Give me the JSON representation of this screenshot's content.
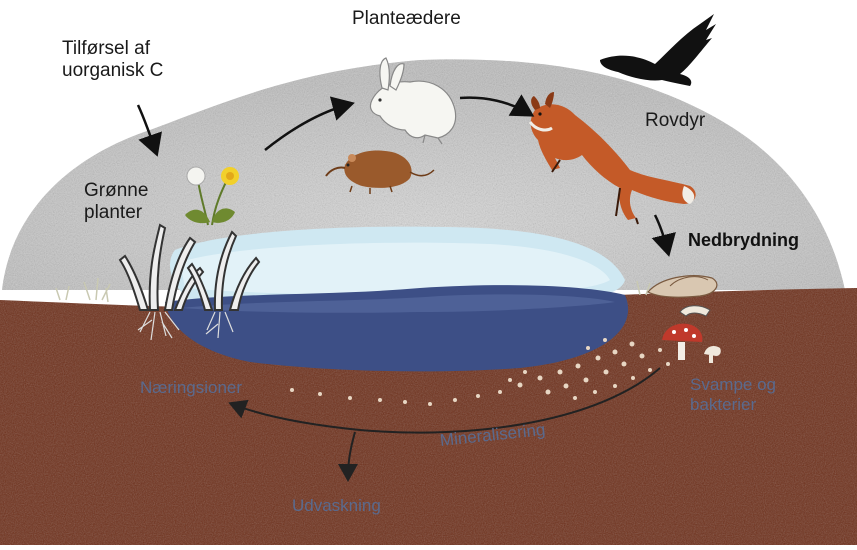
{
  "labels": {
    "tilforsel_line1": "Tilførsel af",
    "tilforsel_line2": "uorganisk C",
    "planteaedere": "Planteædere",
    "rovdyr": "Rovdyr",
    "gronne_line1": "Grønne",
    "gronne_line2": "planter",
    "nedbrydning": "Nedbrydning",
    "naeringsioner": "Næringsioner",
    "svampe_line1": "Svampe og",
    "svampe_line2": "bakterier",
    "mineralisering": "Mineralisering",
    "udvaskning": "Udvaskning"
  },
  "colors": {
    "soil": "#6e2f1a",
    "lake": "#3d4f86",
    "ice": "#cfe8f2",
    "fog": "#c9c9c9",
    "soil_text": "#5a6a8e",
    "fox": "#c45a28",
    "mouse": "#9a5a2c",
    "eagle": "#111111",
    "dandelion": "#f2d02a"
  },
  "icons": [
    "eagle-icon",
    "hare-icon",
    "mouse-icon",
    "fox-icon",
    "dandelion-icon",
    "reed-plant-icon",
    "mushroom-icon",
    "decomposing-leaves-icon"
  ]
}
